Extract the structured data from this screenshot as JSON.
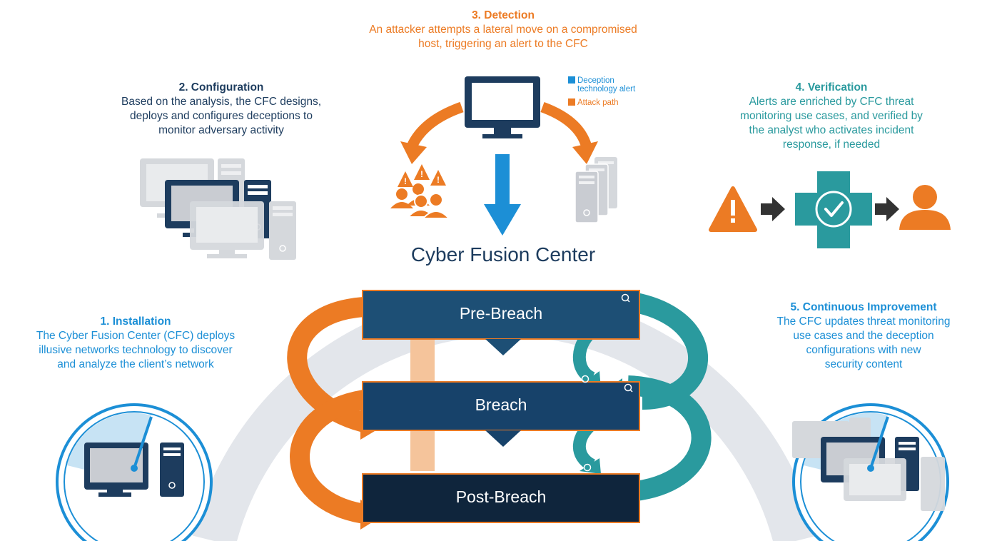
{
  "title": "Cyber Fusion Center",
  "colors": {
    "navy": "#1d3c5e",
    "orange": "#ec7b24",
    "teal": "#2a9a9e",
    "blue": "#1c8fd6",
    "arc_gray": "#e3e6eb"
  },
  "steps": {
    "installation": {
      "heading": "1. Installation",
      "text": "The Cyber Fusion Center (CFC) deploys illusive networks technology to discover and analyze the client’s network",
      "lines": [
        "The Cyber Fusion Center (CFC) deploys",
        "illusive networks technology to discover",
        "and analyze the client’s network"
      ]
    },
    "configuration": {
      "heading": "2. Configuration",
      "lines": [
        "Based on the analysis, the CFC designs,",
        "deploys and configures deceptions to",
        "monitor adversary activity"
      ]
    },
    "detection": {
      "heading": "3. Detection",
      "lines": [
        "An attacker attempts a lateral move on a compromised",
        "host, triggering an alert to the CFC"
      ]
    },
    "verification": {
      "heading": "4. Verification",
      "lines": [
        "Alerts are enriched by CFC threat",
        "monitoring use cases, and verified by",
        "the analyst who activates incident",
        "response, if needed"
      ]
    },
    "continuous_improvement": {
      "heading": "5. Continuous Improvement",
      "lines": [
        "The CFC updates threat monitoring",
        "use cases and the deception",
        "configurations with new",
        "security content"
      ]
    }
  },
  "legend": [
    {
      "label_lines": [
        "Deception",
        "technology alert"
      ],
      "color": "#1c8fd6",
      "icon": "blue-square"
    },
    {
      "label_lines": [
        "Attack path"
      ],
      "color": "#ec7b24",
      "icon": "orange-square"
    }
  ],
  "stages": [
    "Pre-Breach",
    "Breach",
    "Post-Breach"
  ],
  "icons": [
    "monitor-icon",
    "server-icon",
    "alert-triangle-icon",
    "user-icon",
    "checkmark-icon",
    "arrow-right-icon",
    "radar-icon",
    "magnifier-icon",
    "attacker-group-icon"
  ]
}
